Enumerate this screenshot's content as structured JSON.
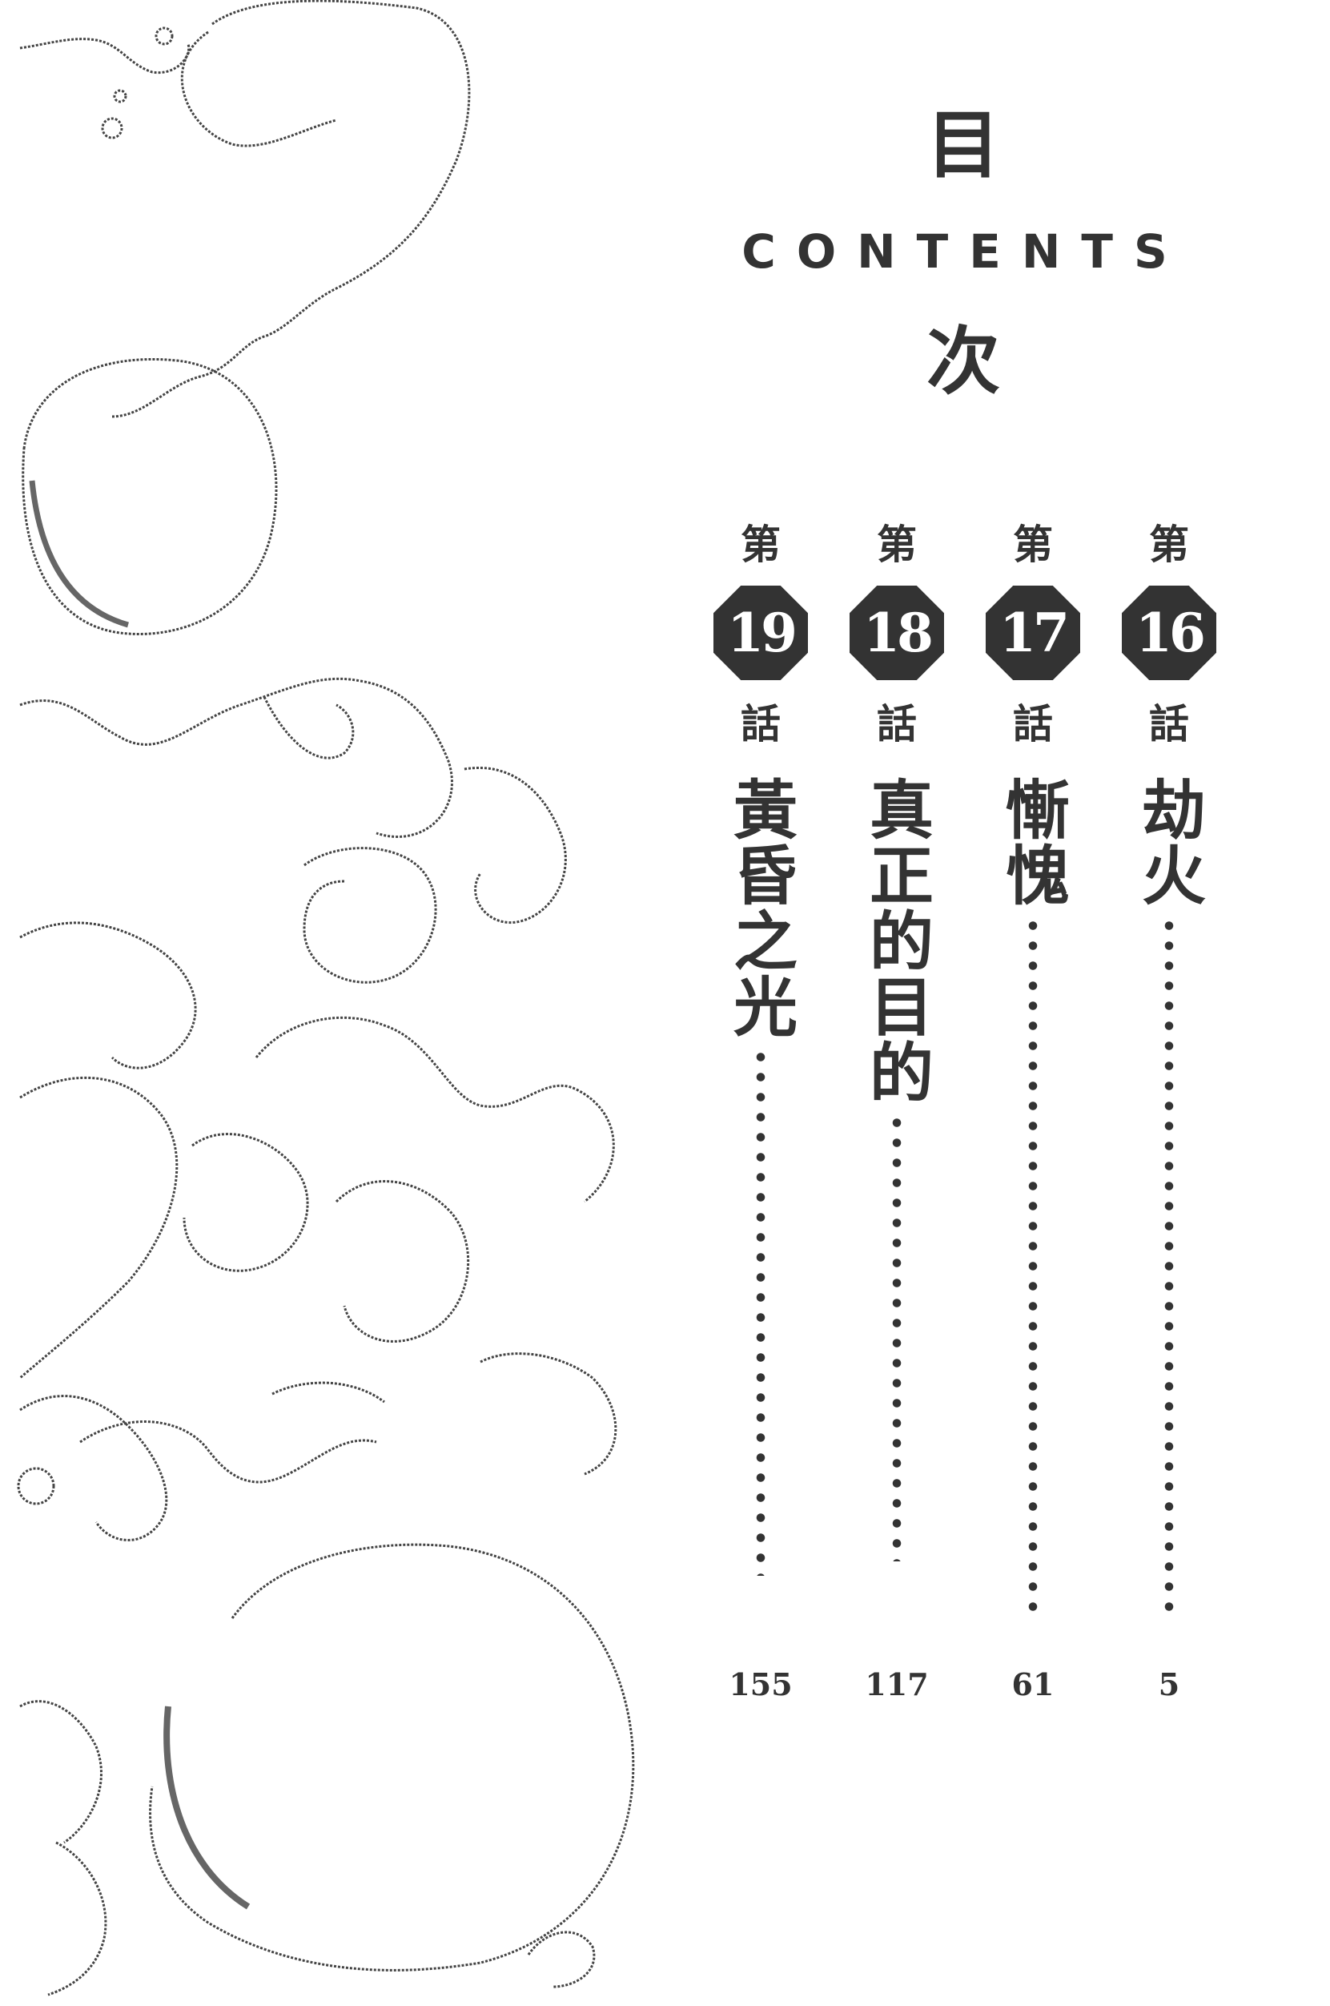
{
  "header": {
    "title_top": "目",
    "title_english": "CONTENTS",
    "title_bottom": "次"
  },
  "chapters": [
    {
      "prefix": "第",
      "number": "16",
      "suffix": "話",
      "title": "劫火",
      "page": "5"
    },
    {
      "prefix": "第",
      "number": "17",
      "suffix": "話",
      "title": "慚愧",
      "page": "61"
    },
    {
      "prefix": "第",
      "number": "18",
      "suffix": "話",
      "title": "真正的目的",
      "page": "117"
    },
    {
      "prefix": "第",
      "number": "19",
      "suffix": "話",
      "title": "黃昏之光",
      "page": "155"
    }
  ],
  "illustration": {
    "subject": "swirling clouds and waves line art",
    "style": "halftone outline"
  },
  "colors": {
    "ink": "#333333",
    "paper": "#ffffff"
  }
}
